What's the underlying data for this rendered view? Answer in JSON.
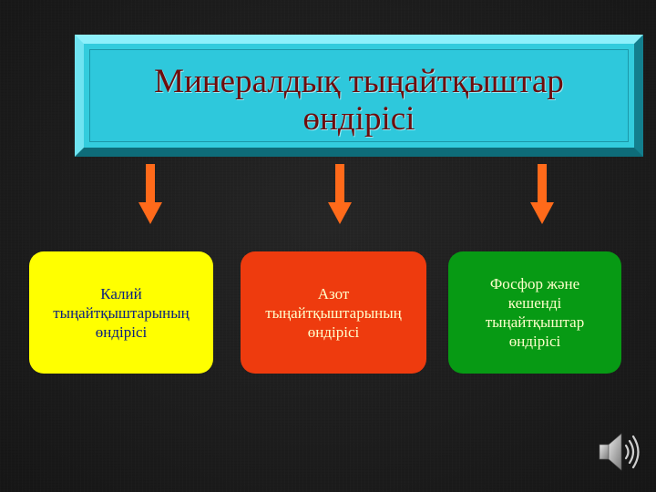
{
  "title": {
    "line1": "Минералдық тыңайтқыштар",
    "line2": "өндірісі"
  },
  "boxes": [
    {
      "text": "Калий\nтыңайтқыштарының\nөндірісі",
      "color": "#ffff00"
    },
    {
      "text": "Азот\nтыңайтқыштарының\nөндірісі",
      "color": "#ee3b0e"
    },
    {
      "text": "Фосфор және\nкешенді\nтыңайтқыштар\nөндірісі",
      "color": "#079a14"
    }
  ],
  "colors": {
    "title_fill": "#33ccdd",
    "title_text": "#6e0d0d",
    "arrow": "#ff6a1a",
    "background": "#1a1a1a"
  },
  "icons": {
    "arrows": "down-arrow-icon",
    "audio": "speaker-icon"
  }
}
